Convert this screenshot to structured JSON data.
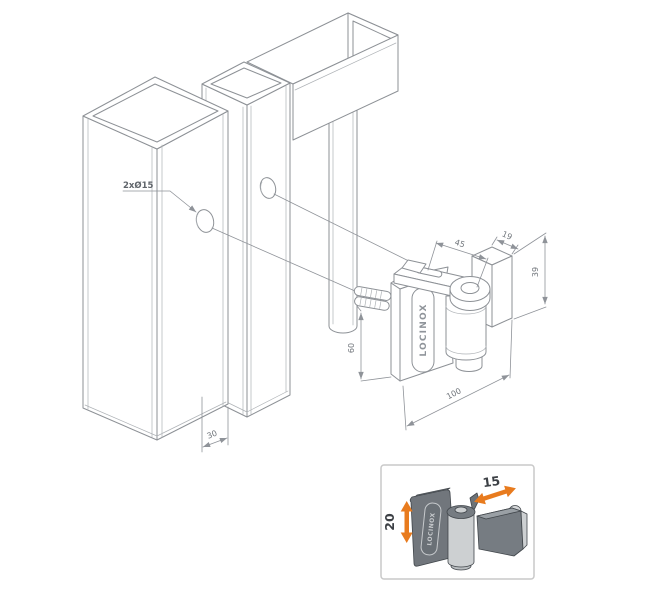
{
  "drawing": {
    "callout_holes": "2xØ15",
    "dims": {
      "post_gap": "30",
      "arm_length": "45",
      "plate_depth": "19",
      "plate_height": "39",
      "body_height": "60",
      "overall_length": "100"
    },
    "brand_embossed": "LOCINOX",
    "line_color": "#8d9196",
    "text_color": "#6f747a"
  },
  "inset": {
    "adjust_vertical": "20",
    "adjust_horizontal": "15",
    "brand_embossed": "LOCINOX",
    "arrow_color": "#e87b1e",
    "border_color": "#c9c9c9"
  }
}
